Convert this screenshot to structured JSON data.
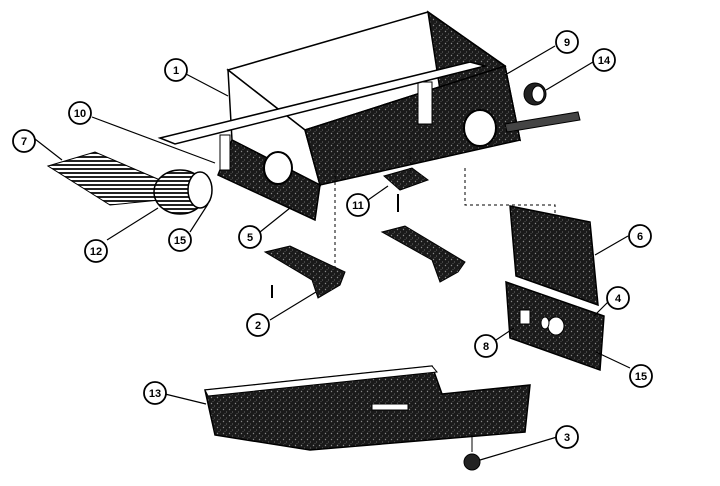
{
  "diagram": {
    "parts": [
      {
        "id": "1"
      },
      {
        "id": "2"
      },
      {
        "id": "3"
      },
      {
        "id": "4"
      },
      {
        "id": "5"
      },
      {
        "id": "6"
      },
      {
        "id": "7"
      },
      {
        "id": "8"
      },
      {
        "id": "9"
      },
      {
        "id": "10"
      },
      {
        "id": "11"
      },
      {
        "id": "12"
      },
      {
        "id": "13"
      },
      {
        "id": "14"
      },
      {
        "id": "15"
      },
      {
        "id": "15"
      }
    ]
  }
}
